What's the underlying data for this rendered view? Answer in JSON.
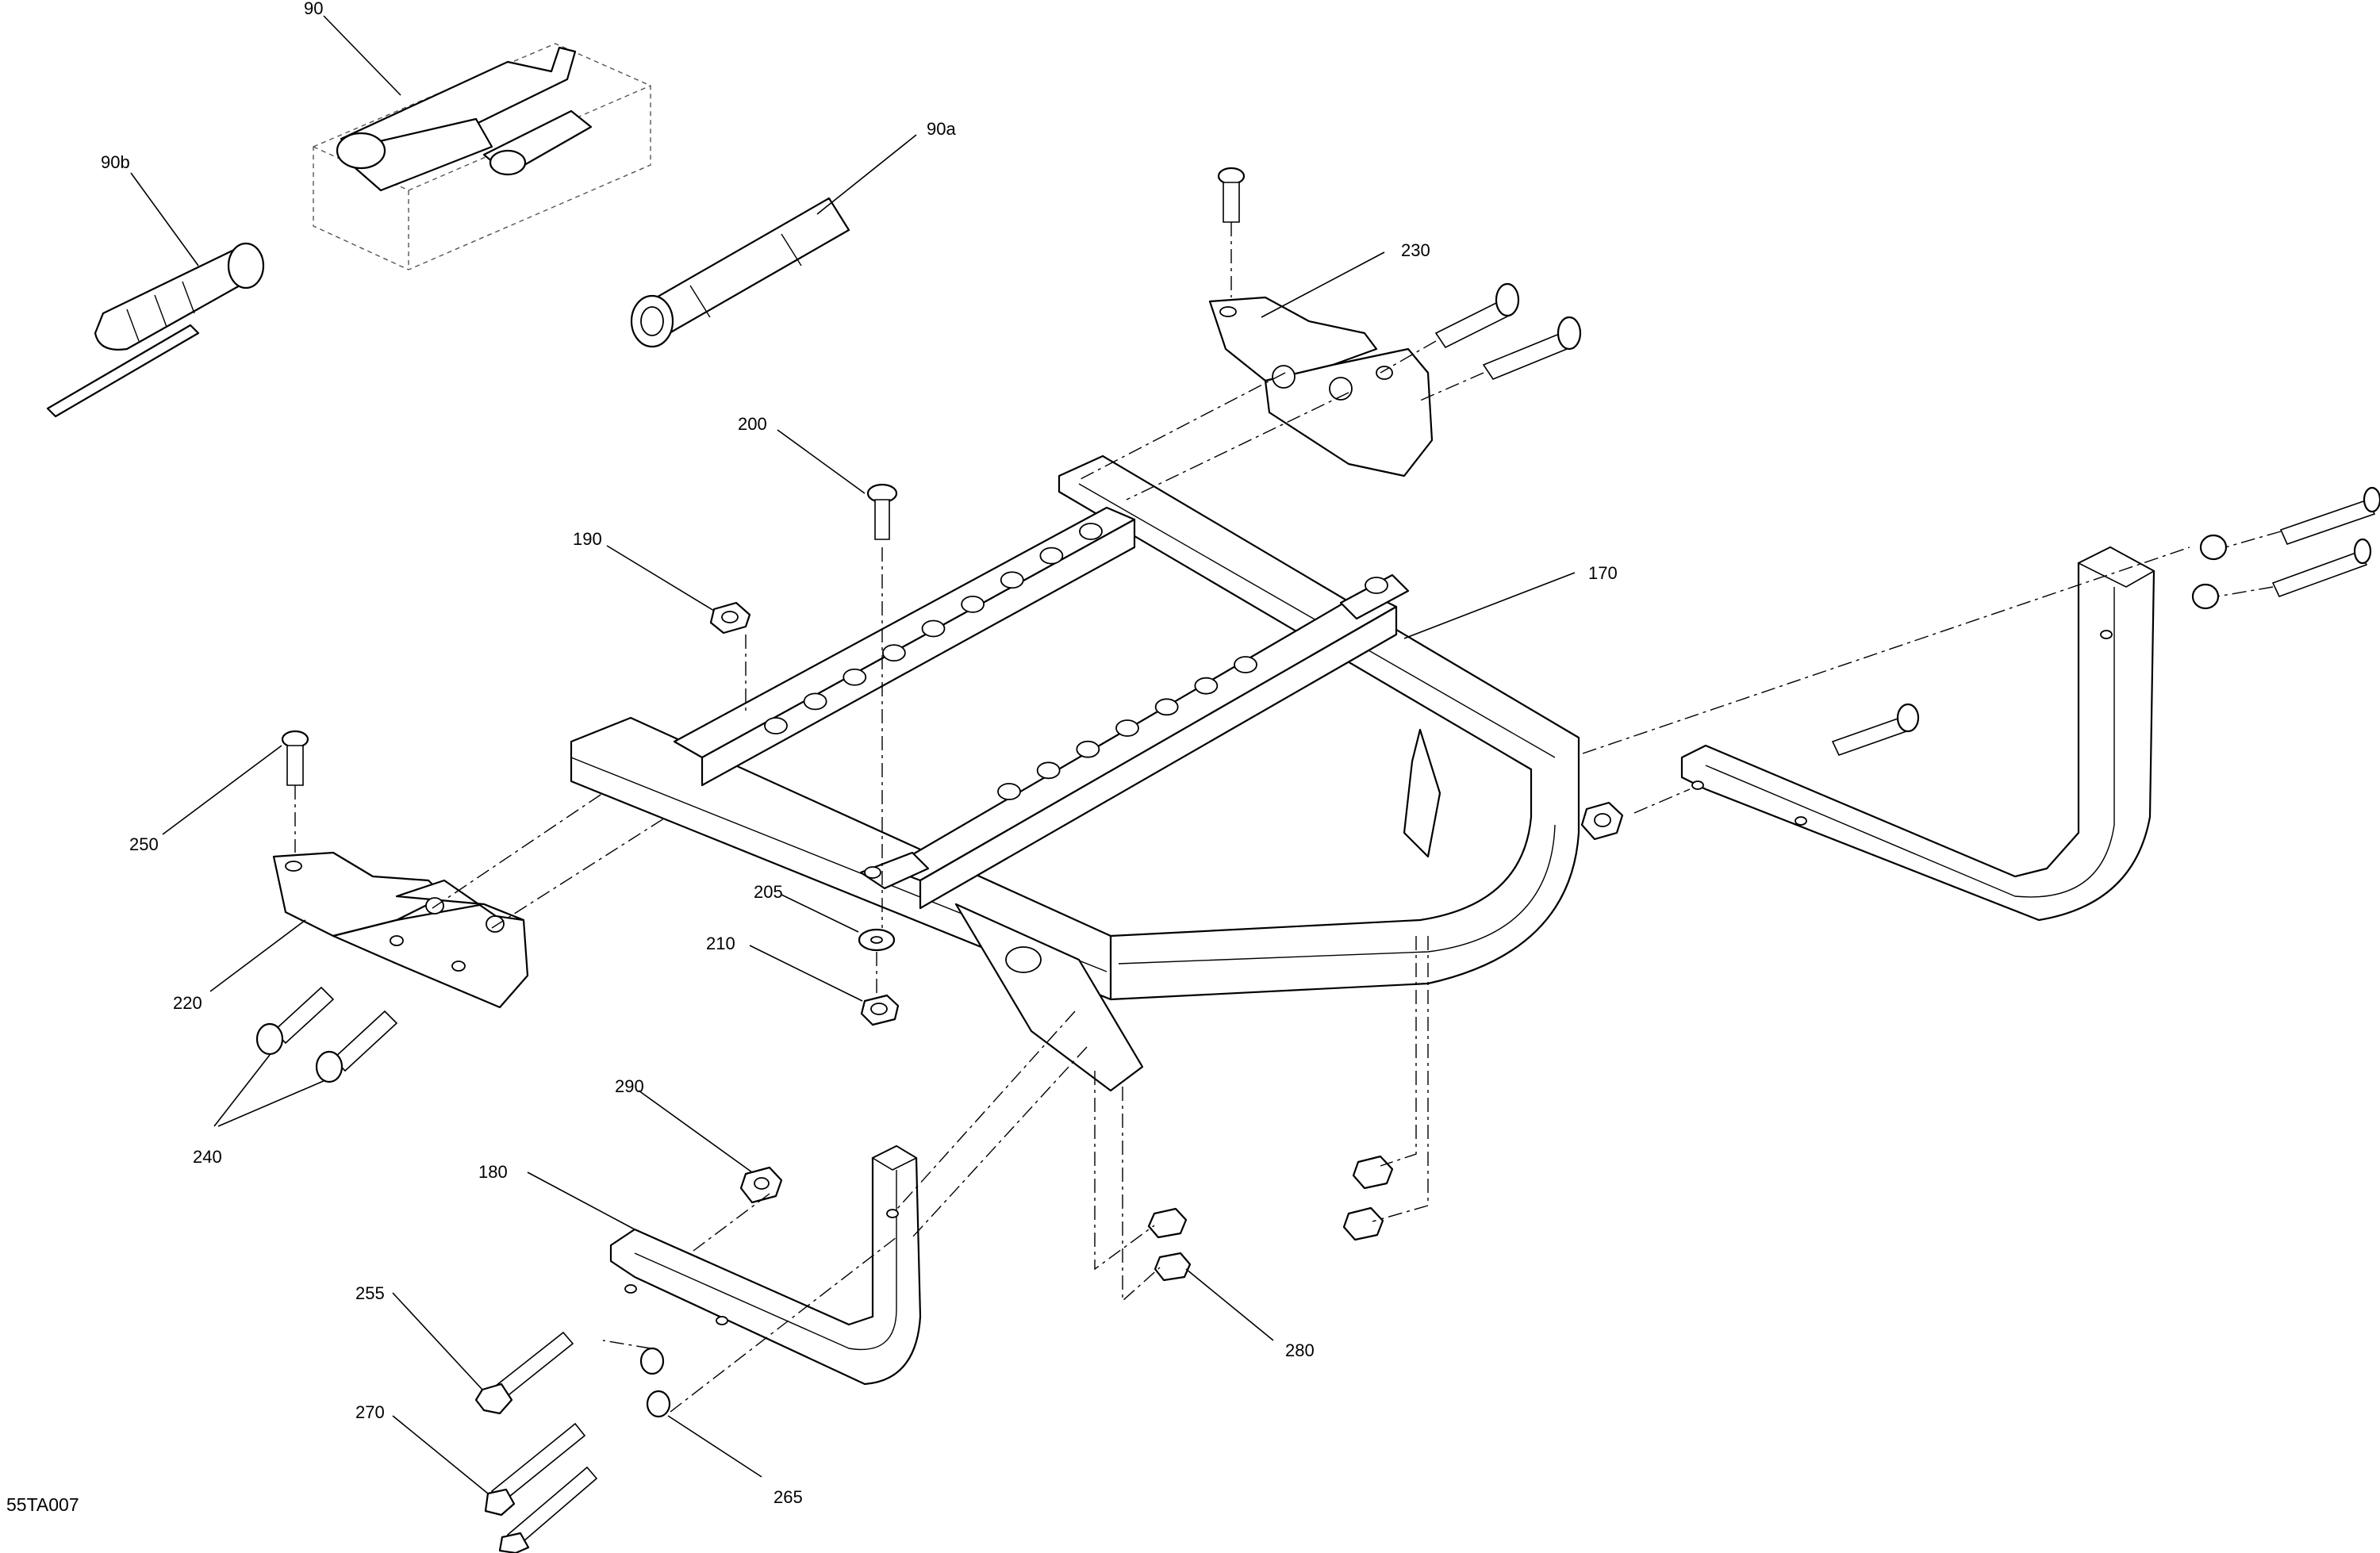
{
  "diagram_code": "55TA007",
  "callouts": [
    {
      "id": "c90",
      "label": "90"
    },
    {
      "id": "c90a",
      "label": "90a"
    },
    {
      "id": "c90b",
      "label": "90b"
    },
    {
      "id": "c170",
      "label": "170"
    },
    {
      "id": "c180",
      "label": "180"
    },
    {
      "id": "c190",
      "label": "190"
    },
    {
      "id": "c200",
      "label": "200"
    },
    {
      "id": "c205",
      "label": "205"
    },
    {
      "id": "c210",
      "label": "210"
    },
    {
      "id": "c220",
      "label": "220"
    },
    {
      "id": "c230",
      "label": "230"
    },
    {
      "id": "c240",
      "label": "240"
    },
    {
      "id": "c250",
      "label": "250"
    },
    {
      "id": "c255",
      "label": "255"
    },
    {
      "id": "c265",
      "label": "265"
    },
    {
      "id": "c270",
      "label": "270"
    },
    {
      "id": "c280",
      "label": "280"
    },
    {
      "id": "c290",
      "label": "290"
    }
  ]
}
